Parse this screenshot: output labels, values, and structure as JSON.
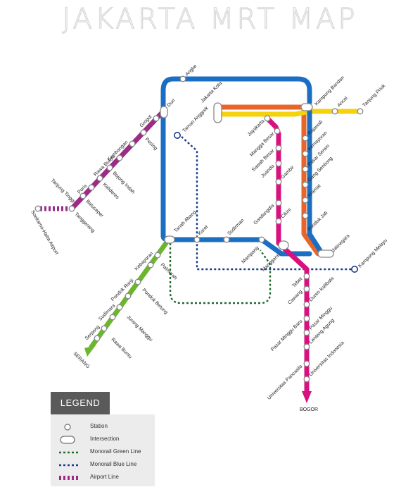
{
  "title": "JAKARTA MRT MAP",
  "colors": {
    "blue_loop": "#1a6fc4",
    "red_orange": "#e8652a",
    "yellow": "#f4d20e",
    "magenta": "#d7127f",
    "purple": "#9b2b86",
    "green": "#6db52e",
    "monorail_green": "#1e6b2e",
    "monorail_blue": "#1d3d8a"
  },
  "stations": {
    "angke": "Angke",
    "duri": "Duri",
    "jakarta_kota": "Jakarta Kota",
    "kampung_bandan": "Kampung Bandan",
    "ancol": "Ancol",
    "tanjung_priok": "Tanjung Priok",
    "taman_anggrek": "Taman Anggrek",
    "grogol": "Grogol",
    "pesing": "Pesing",
    "kembangan": "Kembangan",
    "rawa_buaya": "Rawa Buaya",
    "bojong_indah": "Bojong Indah",
    "kalideres": "Kalideres",
    "poris": "Poris",
    "batuceper": "Batuceper",
    "tanjung_tinggi": "Tanjung Tinggi",
    "tangerang": "Tanggerang",
    "airport": "Soekarno-Hatta Airport",
    "jayakarta": "Jayakarta",
    "mangga_besar": "Mangga Besar",
    "sawah_besar": "Sawah Besar",
    "juanda": "Juanda",
    "gambir": "Gambir",
    "gondangdia": "Gondangdia",
    "cikini": "Cikini",
    "rajawali": "Rajawali",
    "kemayoran": "Kemayoran",
    "pasar_senen": "Pasar Senen",
    "gang_sentiong": "Gang Sentiong",
    "kramat": "Kramat",
    "pondok_jati": "Pondok Jati",
    "jatinegara": "Jatinegara",
    "kampung_melayu": "Kampung Melayu",
    "tanah_abang": "Tanah Abang",
    "karet": "Karet",
    "sudirman": "Sudirman",
    "mampang": "Mampang",
    "manggarai": "Manggarai",
    "kebayoran": "Kebayoran",
    "palmerah": "Palmerah",
    "pondok_ranji": "Pondok Ranji",
    "pondok_betung": "Pondok Betung",
    "sudimara": "Sudimara",
    "jurang_mangu": "Jurang Manggu",
    "serpong": "Serpong",
    "rawa_buntu": "Rawa Buntu",
    "serang": "SERANG",
    "tebet": "Tebet",
    "cawang": "Cawang",
    "duren_kalibata": "Duren Kalibata",
    "pasar_minggu_baru": "Pasar Minggu Baru",
    "pasar_minggu": "Pasar Minggu",
    "lenteng_agung": "Lenteng Agung",
    "univ_pancasila": "Universitas Pancasila",
    "univ_indonesia": "Universitas Indonesia",
    "bogor": "BOGOR"
  },
  "legend": {
    "header": "LEGEND",
    "station": "Station",
    "intersection": "Intersection",
    "monorail_green": "Monorail Green Line",
    "monorail_blue": "Monorail Blue Line",
    "airport_line": "Airport Line"
  }
}
